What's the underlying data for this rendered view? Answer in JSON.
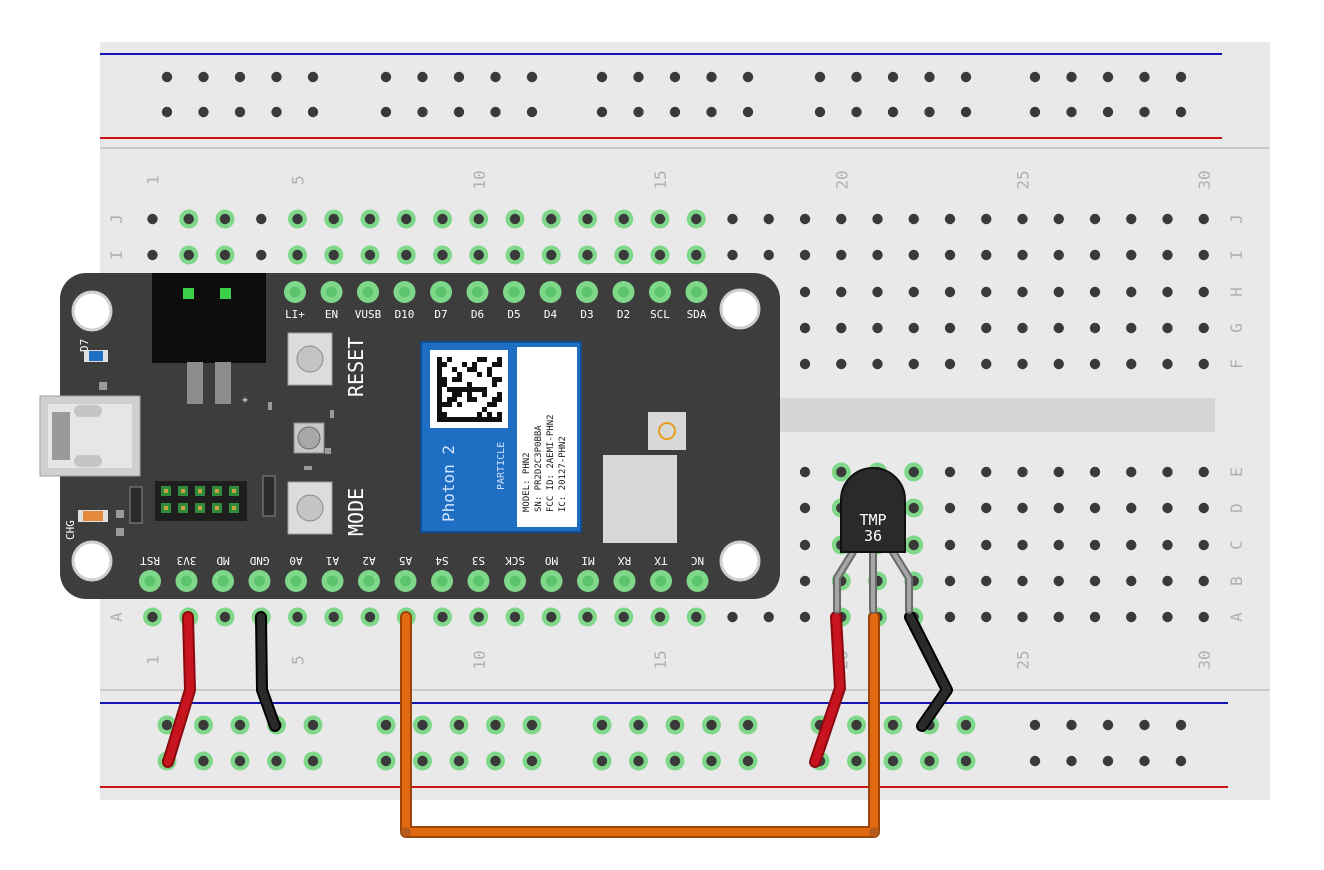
{
  "breadboard": {
    "column_numbers": [
      "1",
      "5",
      "10",
      "15",
      "20",
      "25",
      "30"
    ],
    "row_letters_top": [
      "J",
      "I",
      "H",
      "G",
      "F"
    ],
    "row_letters_bottom": [
      "E",
      "D",
      "C",
      "B",
      "A"
    ],
    "colors": {
      "board": "#e9e9e9",
      "hole": "#3a3a3a",
      "hole_active": "#7fd88a",
      "rail_blue": "#1414b4",
      "rail_red": "#c81414"
    }
  },
  "photon": {
    "top_pins": [
      "LI+",
      "EN",
      "VUSB",
      "D10",
      "D7",
      "D6",
      "D5",
      "D4",
      "D3",
      "D2",
      "SCL",
      "SDA"
    ],
    "bottom_pins": [
      "RST",
      "3V3",
      "MD",
      "GND",
      "A0",
      "A1",
      "A2",
      "A5",
      "S4",
      "S3",
      "SCK",
      "MO",
      "MI",
      "RX",
      "TX",
      "NC"
    ],
    "reset_label": "RESET",
    "mode_label": "MODE",
    "d7_label": "D7",
    "chg_label": "CHG",
    "plus_label": "+",
    "module": {
      "title": "Photon 2",
      "brand": "PARTICLE",
      "lines": [
        "MODEL: PHN2",
        "SN: PR2D2C3P0BBA",
        "FCC ID: 2AEMI-PHN2",
        "IC: 20127-PHN2"
      ]
    },
    "colors": {
      "body": "#3d3d3d",
      "module": "#1e6fc4"
    }
  },
  "sensor": {
    "label_line1": "TMP",
    "label_line2": "36"
  },
  "wires": {
    "colors": {
      "red": "#c8141e",
      "black": "#1e1e1e",
      "orange": "#e0680f"
    }
  }
}
